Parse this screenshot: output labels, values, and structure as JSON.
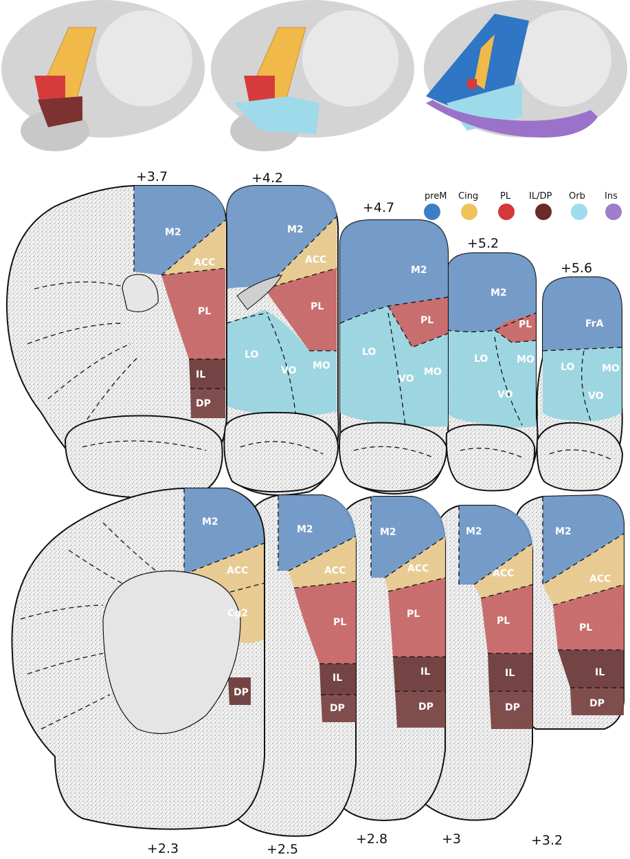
{
  "legend": [
    {
      "label": "preM",
      "color": "#3d7fc6"
    },
    {
      "label": "Cing",
      "color": "#f0c25a"
    },
    {
      "label": "PL",
      "color": "#d6373b"
    },
    {
      "label": "IL/DP",
      "color": "#6b2a2a"
    },
    {
      "label": "Orb",
      "color": "#9fdcec"
    },
    {
      "label": "Ins",
      "color": "#a07ccc"
    }
  ],
  "region_colors": {
    "M2": "#6f97c6",
    "FrA": "#6f97c6",
    "ACC": "#e7c98e",
    "Cg2": "#e7c98e",
    "PL": "#c76767",
    "IL": "#6e3b3b",
    "DP": "#6e3b3b",
    "LO": "#99d5df",
    "VO": "#99d5df",
    "MO": "#99d5df"
  },
  "top_sections": [
    {
      "coord": "+3.7",
      "labels": [
        "M2",
        "ACC",
        "PL",
        "IL",
        "DP"
      ]
    },
    {
      "coord": "+4.2",
      "labels": [
        "M2",
        "ACC",
        "PL",
        "LO",
        "VO",
        "MO"
      ]
    },
    {
      "coord": "+4.7",
      "labels": [
        "M2",
        "PL",
        "LO",
        "VO",
        "MO"
      ]
    },
    {
      "coord": "+5.2",
      "labels": [
        "M2",
        "PL",
        "LO",
        "MO",
        "VO"
      ]
    },
    {
      "coord": "+5.6",
      "labels": [
        "FrA",
        "LO",
        "MO",
        "VO"
      ]
    }
  ],
  "bottom_sections": [
    {
      "coord": "+2.3",
      "labels": [
        "M2",
        "ACC",
        "Cg2",
        "DP"
      ]
    },
    {
      "coord": "+2.5",
      "labels": [
        "M2",
        "ACC",
        "PL",
        "IL",
        "DP"
      ]
    },
    {
      "coord": "+2.8",
      "labels": [
        "M2",
        "ACC",
        "PL",
        "IL",
        "DP"
      ]
    },
    {
      "coord": "+3",
      "labels": [
        "M2",
        "ACC",
        "PL",
        "IL",
        "DP"
      ]
    },
    {
      "coord": "+3.2",
      "labels": [
        "M2",
        "ACC",
        "PL",
        "IL",
        "DP"
      ]
    }
  ]
}
